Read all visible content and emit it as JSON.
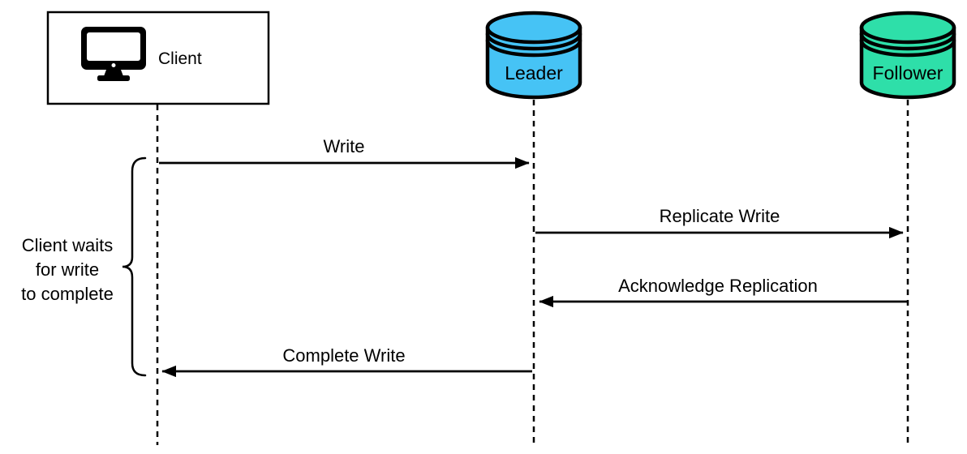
{
  "diagram": {
    "type": "sequence-diagram",
    "actors": {
      "client": {
        "label": "Client",
        "icon": "monitor-icon",
        "fill": "#FFFFFF"
      },
      "leader": {
        "label": "Leader",
        "icon": "database-cylinder-icon",
        "fill": "#46C3F5"
      },
      "follower": {
        "label": "Follower",
        "icon": "database-cylinder-icon",
        "fill": "#2EDFA9"
      }
    },
    "messages": [
      {
        "label": "Write",
        "from": "Client",
        "to": "Leader",
        "direction": "right"
      },
      {
        "label": "Replicate Write",
        "from": "Leader",
        "to": "Follower",
        "direction": "right"
      },
      {
        "label": "Acknowledge Replication",
        "from": "Follower",
        "to": "Leader",
        "direction": "left"
      },
      {
        "label": "Complete Write",
        "from": "Leader",
        "to": "Client",
        "direction": "left"
      }
    ],
    "annotation": {
      "text": "Client waits\nfor write\nto complete"
    },
    "colors": {
      "stroke": "#000000",
      "background": "#FFFFFF",
      "leader_fill": "#46C3F5",
      "follower_fill": "#2EDFA9"
    }
  }
}
